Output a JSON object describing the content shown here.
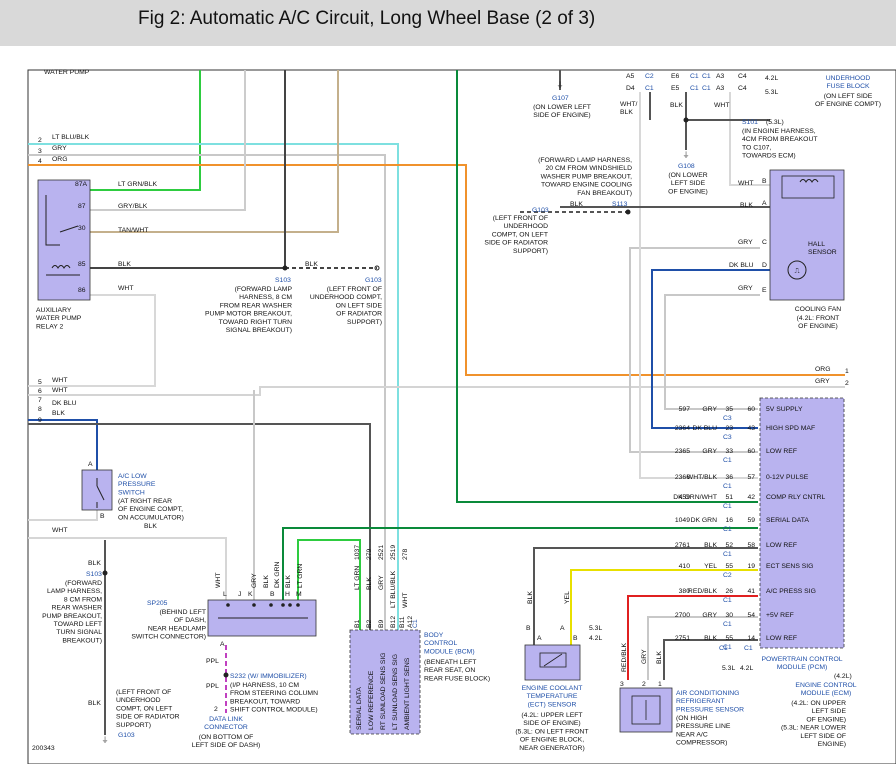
{
  "title": "Fig 2: Automatic A/C Circuit, Long Wheel Base (2 of 3)",
  "figure_id": "200343",
  "top_text": "WATER PUMP",
  "left_connector": {
    "pins": [
      "2",
      "3",
      "4",
      "5",
      "6",
      "7",
      "8",
      "9"
    ],
    "wires": [
      "LT BLU/BLK",
      "GRY",
      "ORG",
      "WHT",
      "WHT",
      "DK BLU",
      "BLK",
      "WHT"
    ]
  },
  "relay": {
    "name": "AUXILIARY\nWATER PUMP\nRELAY 2",
    "pins": [
      "87A",
      "87",
      "30",
      "85",
      "86"
    ],
    "wires": [
      "LT GRN/BLK",
      "GRY/BLK",
      "TAN/WHT",
      "BLK",
      "WHT"
    ]
  },
  "s103_upper": {
    "label": "S103",
    "desc": "(FORWARD LAMP\nHARNESS, 8 CM\nFROM REAR WASHER\nPUMP MOTOR BREAKOUT,\nTOWARD RIGHT TURN\nSIGNAL BREAKOUT)"
  },
  "g103_upper": {
    "label": "G103",
    "desc": "(LEFT FRONT OF\nUNDERHOOD COMPT,\nON LEFT SIDE\nOF RADIATOR\nSUPPORT)",
    "wire": "BLK"
  },
  "g107": {
    "label": "G107",
    "desc": "(ON LOWER LEFT\nSIDE OF ENGINE)"
  },
  "fuse_block": {
    "pins_left": [
      "A5",
      "D4",
      "E6",
      "E5",
      "A3",
      "A3",
      "C4",
      "C4"
    ],
    "conns": [
      "C2",
      "C1",
      "C1",
      "C1",
      "C1",
      "C1"
    ],
    "wires": [
      "WHT/\nBLK",
      "BLK",
      "WHT"
    ],
    "engine_42": "4.2L",
    "engine_53": "5.3L",
    "name": "UNDERHOOD\nFUSE BLOCK",
    "desc": "(ON LEFT SIDE\nOF ENGINE COMPT)"
  },
  "s101": {
    "label": "S101",
    "tag": "(5.3L)",
    "desc": "(IN ENGINE HARNESS,\n4CM FROM BREAKOUT\nTO C107,\nTOWARDS ECM)"
  },
  "g108": {
    "label": "G108",
    "desc": "(ON LOWER\nLEFT SIDE\nOF ENGINE)"
  },
  "s113": {
    "label": "S113",
    "desc": "(FORWARD LAMP HARNESS,\n20 CM FROM WINDSHIELD\nWASHER PUMP BREAKOUT,\nTOWARD ENGINE COOLING\nFAN BREAKOUT)"
  },
  "g103_mid": {
    "label": "G103",
    "desc": "(LEFT FRONT OF\nUNDERHOOD\nCOMPT, ON LEFT\nSIDE OF RADIATOR\nSUPPORT)",
    "wire": "BLK"
  },
  "cooling_fan": {
    "pins": [
      "B",
      "A",
      "C",
      "D",
      "E"
    ],
    "wires": [
      "WHT",
      "BLK",
      "GRY",
      "DK BLU",
      "GRY"
    ],
    "sensor": "HALL\nSENSOR",
    "name": "COOLING FAN",
    "desc": "(4.2L: FRONT\nOF ENGINE)"
  },
  "right_connector": {
    "pins": [
      "1",
      "2"
    ],
    "wires": [
      "ORG",
      "GRY"
    ]
  },
  "pcm": {
    "rows": [
      {
        "circuit": "597",
        "wire": "GRY",
        "pin": "35",
        "pin2": "60",
        "conn": "C3",
        "label": "5V SUPPLY"
      },
      {
        "circuit": "2364",
        "wire": "DK BLU",
        "pin": "23",
        "pin2": "43",
        "conn": "C3",
        "label": "HIGH SPD MAF"
      },
      {
        "circuit": "2365",
        "wire": "GRY",
        "pin": "33",
        "pin2": "60",
        "conn": "C1",
        "label": "LOW REF"
      },
      {
        "circuit": "2366",
        "wire": "WHT/BLK",
        "pin": "36",
        "pin2": "57",
        "conn": "C1",
        "label": "0-12V PULSE"
      },
      {
        "circuit": "459",
        "wire": "DK GRN/WHT",
        "pin": "51",
        "pin2": "42",
        "conn": "C1",
        "label": "COMP RLY CNTRL"
      },
      {
        "circuit": "1049",
        "wire": "DK GRN",
        "pin": "16",
        "pin2": "59",
        "conn": "C1",
        "label": "SERIAL DATA"
      },
      {
        "circuit": "2761",
        "wire": "BLK",
        "pin": "52",
        "pin2": "58",
        "conn": "C1",
        "label": "LOW REF"
      },
      {
        "circuit": "410",
        "wire": "YEL",
        "pin": "55",
        "pin2": "19",
        "conn": "C2",
        "label": "ECT SENS SIG"
      },
      {
        "circuit": "380",
        "wire": "RED/BLK",
        "pin": "26",
        "pin2": "41",
        "conn": "C1",
        "label": "A/C PRESS SIG"
      },
      {
        "circuit": "2700",
        "wire": "GRY",
        "pin": "30",
        "pin2": "54",
        "conn": "C1",
        "label": "+5V REF"
      },
      {
        "circuit": "2751",
        "wire": "BLK",
        "pin": "55",
        "pin2": "14",
        "conn": "C1",
        "label": "LOW REF"
      }
    ],
    "conn_bottom": [
      "C1",
      "C1"
    ],
    "engine_tag": "5.3L",
    "engine_tag2": "4.2L",
    "name": "POWERTRAIN CONTROL\nMODULE (PCM)",
    "name_tag": "(4.2L)",
    "ecm_name": "ENGINE CONTROL\nMODULE (ECM)",
    "ecm_desc": "(4.2L: ON UPPER\nLEFT SIDE\nOF ENGINE)\n(5.3L: NEAR LOWER\nLEFT SIDE OF\nENGINE)"
  },
  "ac_switch": {
    "name": "A/C LOW\nPRESSURE\nSWITCH",
    "desc": "(AT RIGHT REAR\nOF ENGINE COMPT,\nON ACCUMULATOR)",
    "pins": [
      "A",
      "B"
    ]
  },
  "s103_lower": {
    "label": "S103",
    "desc": "(FORWARD\nLAMP HARNESS,\n8 CM FROM\nREAR WASHER\nPUMP BREAKOUT,\nTOWARD LEFT\nTURN SIGNAL\nBREAKOUT)",
    "wire": "BLK"
  },
  "g103_lower": {
    "label": "G103",
    "desc": "(LEFT FRONT OF\nUNDERHOOD\nCOMPT, ON LEFT\nSIDE OF RADIATOR\nSUPPORT)",
    "wire": "BLK"
  },
  "sp205": {
    "label": "SP205",
    "desc": "(BEHIND LEFT\nOF DASH,\nNEAR HEADLAMP\nSWITCH CONNECTOR)",
    "pins": [
      "L",
      "J",
      "K",
      "B",
      "H",
      "M"
    ],
    "wires": [
      "WHT",
      "GRY",
      "BLK",
      "DK GRN",
      "BLK",
      "LT GRN"
    ],
    "pin_a": "A"
  },
  "s232": {
    "label": "S232 (W/ IMMOBILIZER)",
    "desc": "(I/P HARNESS, 10 CM\nFROM STEERING COLUMN\nBREAKOUT, TOWARD\nSHIFT CONTROL MODULE)",
    "wire": "PPL",
    "wire2": "PPL",
    "pin": "2"
  },
  "dlc": {
    "label": "DATA LINK\nCONNECTOR",
    "desc": "(ON BOTTOM OF\nLEFT SIDE OF DASH)"
  },
  "bcm": {
    "circuits": [
      "1037",
      "279",
      "2521",
      "2519",
      "278"
    ],
    "wires": [
      "LT GRN",
      "BLK",
      "GRY",
      "LT BLU/BLK",
      "WHT"
    ],
    "pins": [
      "B1",
      "B2",
      "B9",
      "B12",
      "B11",
      "A12"
    ],
    "conn": "C1",
    "labels": [
      "SERIAL DATA",
      "LOW REFERENCE",
      "RT SUNLOAD SENS SIG",
      "LT SUNLOAD SENS SIG",
      "AMBIENT LIGHT SENS"
    ],
    "name": "BODY\nCONTROL\nMODULE (BCM)",
    "desc": "(BENEATH LEFT\nREAR SEAT, ON\nREAR FUSE BLOCK)"
  },
  "ect": {
    "pins": [
      "B",
      "A",
      "A",
      "B"
    ],
    "wires": [
      "BLK",
      "YEL"
    ],
    "engines": [
      "5.3L",
      "4.2L"
    ],
    "name": "ENGINE COOLANT\nTEMPERATURE\n(ECT) SENSOR",
    "desc": "(4.2L: UPPER LEFT\nSIDE OF ENGINE)\n(5.3L: ON LEFT FRONT\nOF ENGINE BLOCK,\nNEAR GENERATOR)"
  },
  "ac_sensor": {
    "pins": [
      "3",
      "2",
      "1"
    ],
    "wires": [
      "RED/BLK",
      "GRY",
      "BLK"
    ],
    "name": "AIR CONDITIONING\nREFRIGERANT\nPRESSURE SENSOR",
    "desc": "(ON HIGH\nPRESSURE LINE\nNEAR A/C\nCOMPRESSOR)"
  }
}
